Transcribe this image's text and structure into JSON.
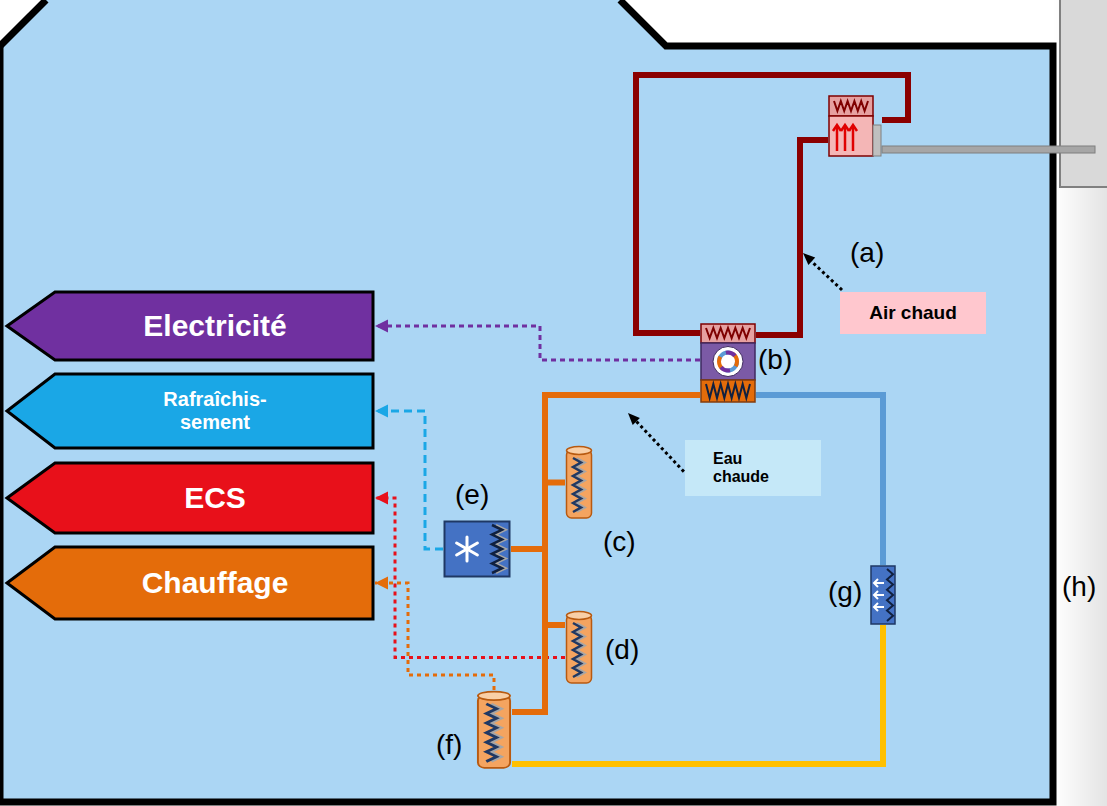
{
  "diagram": {
    "nodes": [
      {
        "text": [
          "Electricité"
        ]
      },
      {
        "text": [
          "Rafraîchis- sement"
        ]
      },
      {
        "text": [
          "ECS"
        ]
      },
      {
        "text": [
          "Chauffage"
        ]
      },
      {
        "text": [
          "(a)"
        ]
      },
      {
        "text": [
          "Air chaud"
        ]
      },
      {
        "text": [
          "(b)"
        ]
      },
      {
        "text": [
          "Eau chaude"
        ]
      },
      {
        "text": [
          "(c)"
        ]
      },
      {
        "text": [
          "(e)"
        ]
      },
      {
        "text": [
          "(g)"
        ]
      },
      {
        "text": [
          "(d)"
        ]
      },
      {
        "text": [
          "(f)"
        ]
      }
    ],
    "edges": [
      {
        "from": 6,
        "to": 0,
        "arrow": "to"
      },
      {
        "from": 9,
        "to": 1,
        "arrow": "to"
      },
      {
        "from": 11,
        "to": 2,
        "arrow": "to"
      },
      {
        "from": 12,
        "to": 3,
        "arrow": "to"
      },
      {
        "from": 4,
        "to": 6,
        "arrow": "none"
      },
      {
        "from": 6,
        "to": 10,
        "arrow": "none"
      },
      {
        "from": 10,
        "to": 12,
        "arrow": "none"
      },
      {
        "from": 6,
        "to": 8,
        "arrow": "none"
      },
      {
        "from": 6,
        "to": 9,
        "arrow": "none"
      },
      {
        "from": 6,
        "to": 11,
        "arrow": "none"
      },
      {
        "from": 6,
        "to": 12,
        "arrow": "none"
      }
    ],
    "labels": [
      "(h)"
    ]
  }
}
